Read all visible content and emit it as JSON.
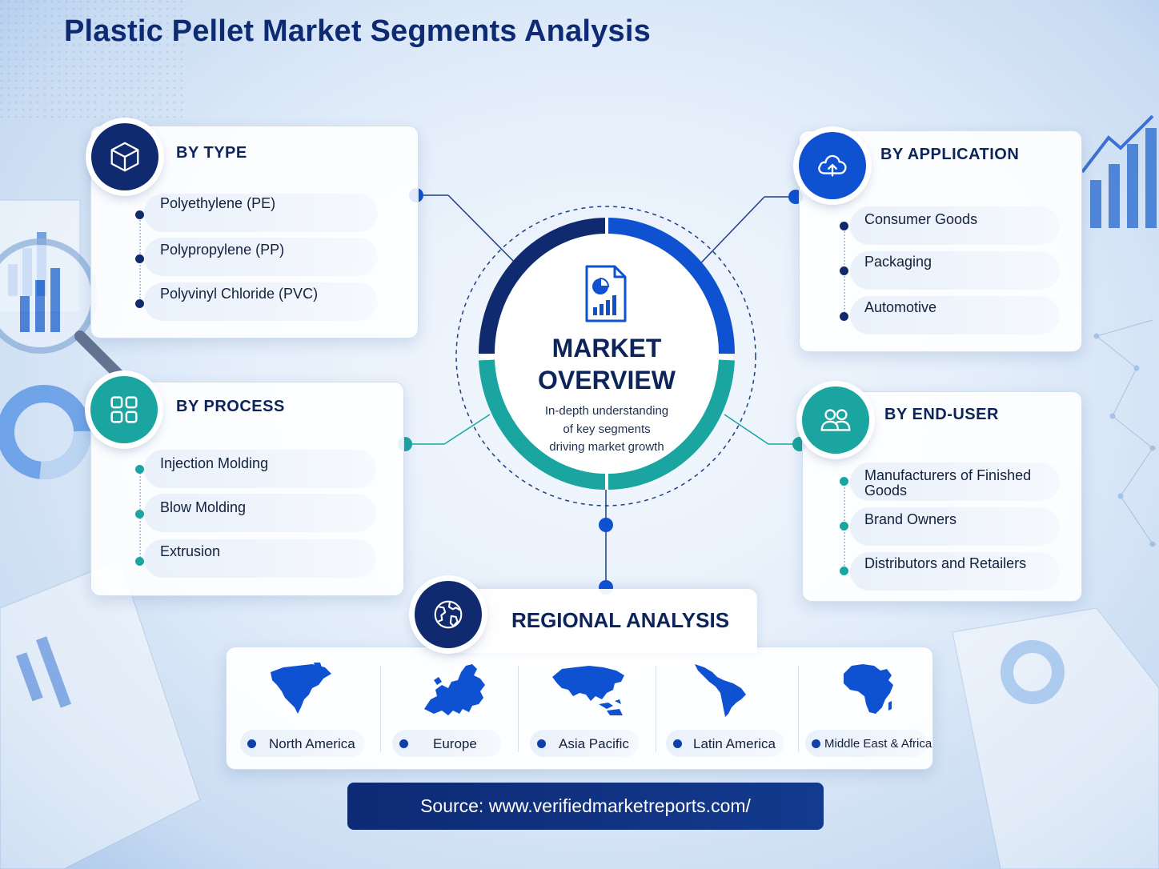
{
  "title": "Plastic Pellet Market Segments Analysis",
  "colors": {
    "navy": "#0f2a6e",
    "blue": "#0f52d1",
    "teal": "#1aa5a0",
    "title": "#0d2a73"
  },
  "overview": {
    "icon": "report-chart-icon",
    "title_line1": "MARKET",
    "title_line2": "OVERVIEW",
    "subtitle_line1": "In-depth understanding",
    "subtitle_line2": "of key segments",
    "subtitle_line3": "driving market growth"
  },
  "segments": {
    "by_type": {
      "heading": "BY TYPE",
      "icon": "cube-icon",
      "items": [
        "Polyethylene (PE)",
        "Polypropylene (PP)",
        "Polyvinyl Chloride (PVC)"
      ]
    },
    "by_process": {
      "heading": "BY PROCESS",
      "icon": "grid-icon",
      "items": [
        "Injection Molding",
        "Blow Molding",
        "Extrusion"
      ]
    },
    "by_application": {
      "heading": "BY APPLICATION",
      "icon": "cloud-upload-icon",
      "items": [
        "Consumer Goods",
        "Packaging",
        "Automotive"
      ]
    },
    "by_end_user": {
      "heading": "BY END-USER",
      "icon": "users-icon",
      "items": [
        "Manufacturers of Finished",
        "Goods",
        "Brand Owners",
        "Distributors and Retailers"
      ]
    }
  },
  "regional": {
    "heading": "REGIONAL ANALYSIS",
    "icon": "globe-icon",
    "regions": [
      "North America",
      "Europe",
      "Asia Pacific",
      "Latin America",
      "Middle East & Africa"
    ]
  },
  "source": "Source: www.verifiedmarketreports.com/"
}
